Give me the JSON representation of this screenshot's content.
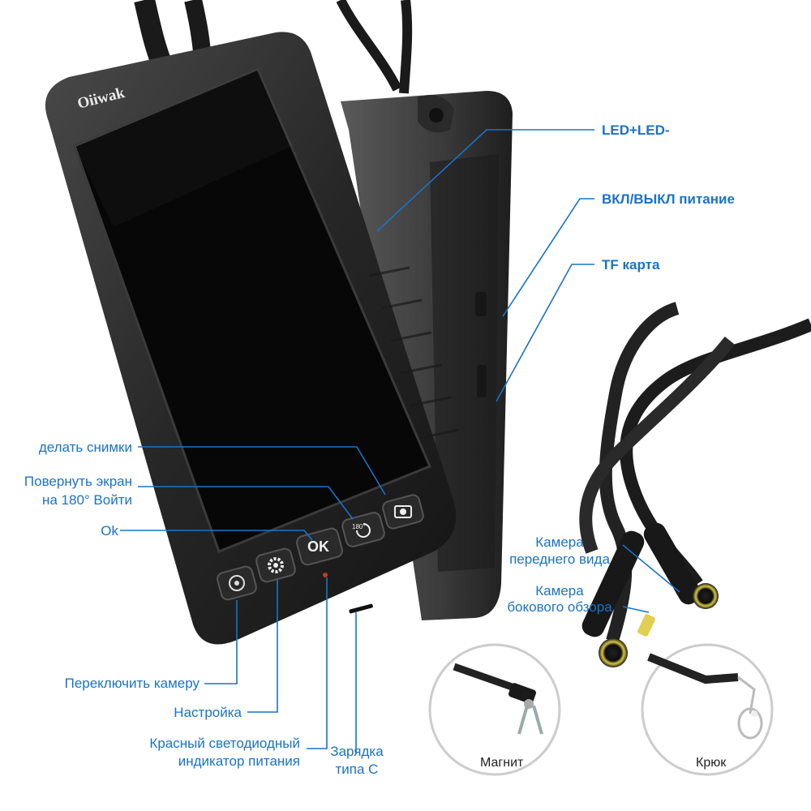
{
  "brand": "Oiiwak",
  "ok_button_text": "OK",
  "rotate_button_text": "180°",
  "labels": {
    "led": "LED+LED-",
    "power": "ВКЛ/ВЫКЛ питание",
    "tf_card": "TF карта",
    "snapshot": "делать снимки",
    "rotate_line1": "Повернуть экран",
    "rotate_line2": "на 180° Войти",
    "ok": "Ok",
    "front_cam_line1": "Камера",
    "front_cam_line2": "переднего вида",
    "side_cam_line1": "Камера",
    "side_cam_line2": "бокового обзора",
    "switch_camera": "Переключить камеру",
    "settings": "Настройка",
    "red_led_line1": "Красный светодиодный",
    "red_led_line2": "индикатор питания",
    "charge_line1": "Зарядка",
    "charge_line2": "типа С",
    "magnet": "Магнит",
    "hook": "Крюк"
  },
  "colors": {
    "label_blue": "#1a73c7",
    "device_body": "#2b2b2b",
    "screen": "#0a0a0a"
  },
  "icons": [
    "camera-switch-icon",
    "gear-icon",
    "rotate-180-icon",
    "camera-snapshot-icon"
  ]
}
